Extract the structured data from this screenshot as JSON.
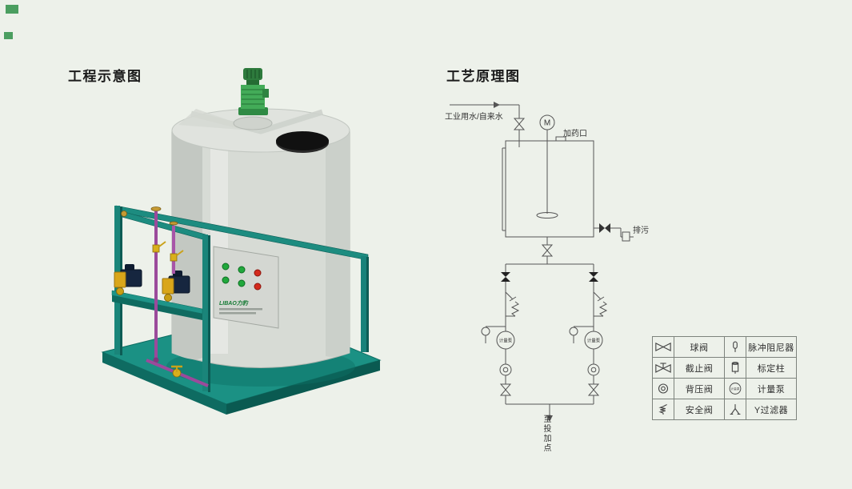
{
  "page": {
    "background": "#edf1ea"
  },
  "left_section": {
    "title": "工程示意图"
  },
  "right_section": {
    "title": "工艺原理图",
    "labels": {
      "water_inlet": "工业用水/自来水",
      "dosing_port": "加药口",
      "drain": "排污",
      "motor": "M",
      "pump": "计量泵",
      "outlet": "至投加点"
    },
    "legend": {
      "rows": [
        {
          "left_name": "球阀",
          "right_name": "脉冲阻尼器"
        },
        {
          "left_name": "截止阀",
          "right_name": "标定柱"
        },
        {
          "left_name": "背压阀",
          "right_name": "计量泵"
        },
        {
          "left_name": "安全阀",
          "right_name": "Y过滤器"
        }
      ]
    }
  },
  "equipment": {
    "brand": "LIBAO力豹"
  },
  "colors": {
    "background": "#edf1ea",
    "frame_teal": "#19857a",
    "tank_gray": "#d7dbd5",
    "motor_green": "#43ab58",
    "pump_yellow": "#d9a61a",
    "pipe_magenta": "#9b4a9b",
    "schematic_line": "#555555"
  }
}
